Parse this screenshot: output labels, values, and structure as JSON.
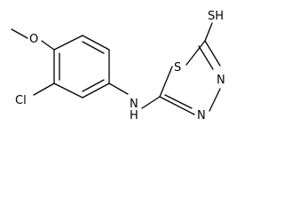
{
  "molecule": {
    "atom_labels": {
      "oxygen": "O",
      "chlorine": "Cl",
      "amine": "N",
      "amine_h": "H",
      "ring_sulfur": "S",
      "thiol": "SH",
      "ring_n1": "N",
      "ring_n2": "N"
    },
    "colors": {
      "bond": "#000000",
      "text": "#000000",
      "background": "#ffffff"
    }
  }
}
